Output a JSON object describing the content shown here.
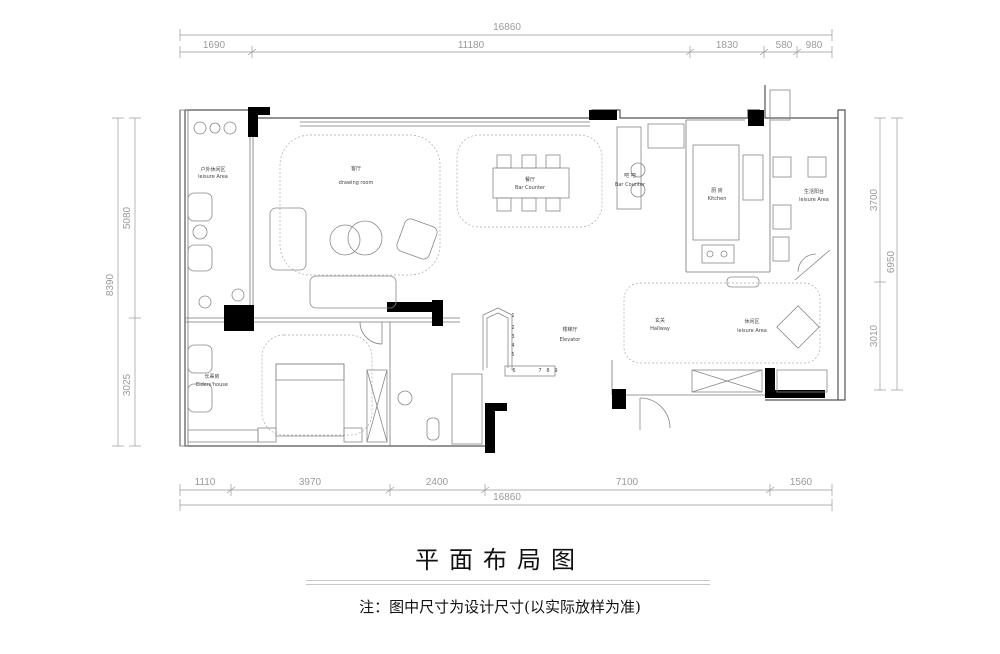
{
  "dimensions": {
    "top_total": "16860",
    "top_segments": [
      "1690",
      "11180",
      "1830",
      "580",
      "980"
    ],
    "bottom_segments": [
      "1110",
      "3970",
      "2400",
      "7100",
      "1560"
    ],
    "bottom_total": "16860",
    "left_total": "8390",
    "left_segments": [
      "5080",
      "3025"
    ],
    "right_segments": [
      "3700",
      "3010"
    ],
    "right_total": "6950"
  },
  "rooms": {
    "leisure_left_cn": "户外休闲区",
    "leisure_left_en": "leisure Area",
    "living_cn": "客厅",
    "living_en": "drawing room",
    "dining_cn": "餐厅",
    "dining_en": "Bar Counter",
    "bar_cn": "吧 吧",
    "bar_en": "Bar Counter",
    "kitchen_cn": "厨 房",
    "kitchen_en": "Kitchen",
    "balcony_cn": "生活阳台",
    "balcony_en": "leisure Area",
    "elders_cn": "长辈房",
    "elders_en": "Elders'house",
    "elevator_cn": "楼梯厅",
    "elevator_en": "Elevator",
    "hallway_cn": "玄关",
    "hallway_en": "Hallway",
    "leisure_right_cn": "休闲区",
    "leisure_right_en": "leisure Area"
  },
  "stair_steps": [
    "1",
    "2",
    "3",
    "4",
    "5",
    "6",
    "7",
    "8",
    "9"
  ],
  "title": "平面布局图",
  "note": "注：图中尺寸为设计尺寸(以实际放样为准)"
}
